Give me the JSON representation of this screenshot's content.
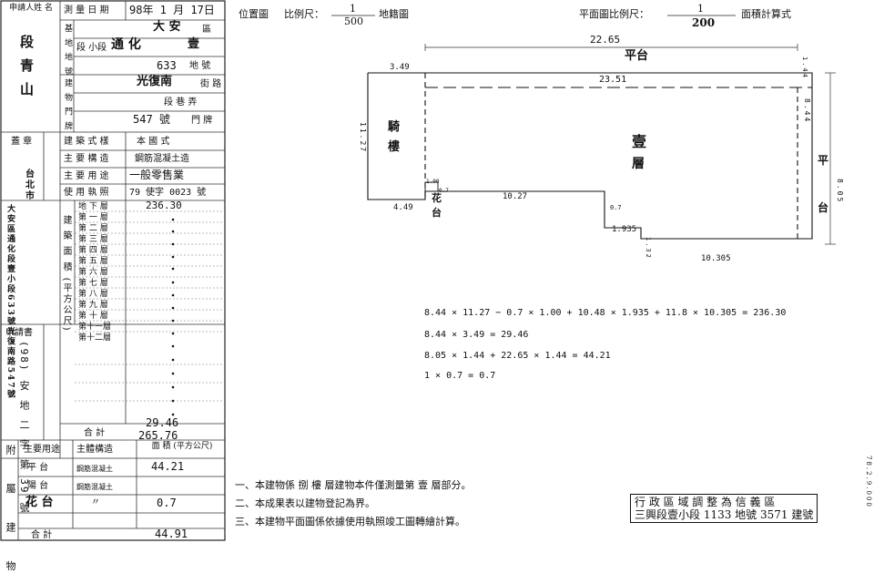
{
  "left_form": {
    "applicant_label": "申請人姓 名",
    "applicant_name": [
      "段",
      "青",
      "山"
    ],
    "survey_date_label": "測 量 日 期",
    "survey_date_value": "98年 1 月 17日",
    "base_label": "基 地 地 號",
    "district_label": "區",
    "district_value": "大 安",
    "subsection_label": "段 小段",
    "section_value": "通 化",
    "subsection_value": "壹",
    "land_no_label": "地 號",
    "land_no_value": "633",
    "building_label": "建 物 門 牌",
    "street_label": "街 路",
    "street_value": "光復南",
    "lane_label": "段 巷 弄",
    "number_label": "門 牌",
    "number_value": "547 號",
    "seal_label": "蓋 章",
    "seal_place": [
      "台",
      "北",
      "市"
    ],
    "structure_label": "建 築 式 樣",
    "structure_value": "本 國 式",
    "material_label": "主 要 構 造",
    "material_value": "鋼筋混凝土造",
    "use_label": "主 要 用 途",
    "use_value": "一般零售業",
    "license_label": "使 用 執 照",
    "license_value": "79 使字 0023 號",
    "address_block": "大安區通化段壹小段633號光復南路547號",
    "floor_labels": [
      "地 下 層",
      "第 一 層",
      "第 二 層",
      "第 三 層",
      "第 四 層",
      "第 五 層",
      "第 六 層",
      "第 七 層",
      "第 八 層",
      "第 九 層",
      "第 十 層",
      "第十一層",
      "第十二層"
    ],
    "floor_area_first": "236.30",
    "area_vertical": "建 築 面 積 (平方公尺)",
    "application_label": "申請書",
    "application_value": "(98) 安 地 二 字 第 39 號",
    "total_label": "合 計",
    "total_value_1": "29.46",
    "total_value_2": "265.76",
    "area_header": "面 積 (平方公尺)",
    "annex_label": "附 屬 建 物",
    "annex_use_label": "主要用途",
    "annex_struct_label": "主體構造",
    "annex_rows": [
      {
        "use": "平 台",
        "struct": "鋼筋混凝土",
        "area": "44.21"
      },
      {
        "use": "陽 台",
        "struct": "鋼筋混凝土",
        "area": ""
      },
      {
        "use": "花 台",
        "struct": "〃",
        "area": "0.7"
      }
    ],
    "annex_total_label": "合 計",
    "annex_total_value": "44.91"
  },
  "location_header": {
    "position_label": "位置圖",
    "scale_label": "比例尺：",
    "scale_value_num": "1",
    "scale_value_den": "500",
    "map_label": "地籍圖"
  },
  "plan_header": {
    "plan_scale_label": "平面圖比例尺：",
    "scale_num": "1",
    "scale_den": "200",
    "area_calc_label": "面積計算式"
  },
  "plan": {
    "top_dim": "22.65",
    "platform_label": "平台",
    "inner_dim": "23.51",
    "left_dim": "3.49",
    "arcade_label": [
      "騎",
      "樓"
    ],
    "floor_label": [
      "壹",
      "層"
    ],
    "arcade_dim_v": "11.27",
    "right_dim_v": "8.44",
    "right_platform": [
      "平",
      "台"
    ],
    "far_right_dim": "8.05",
    "small_dim_1": "1.44",
    "flower_label": [
      "花",
      "台"
    ],
    "flower_dim": "1.00",
    "flower_dim_2": "0.7",
    "bottom_dim_1": "4.49",
    "bottom_dim_2": "10.27",
    "step_dim_1": "0.7",
    "step_dim_2": "1.935",
    "step_dim_3": "1.32",
    "bottom_dim_3": "10.305"
  },
  "formulas": [
    "8.44 × 11.27 − 0.7 × 1.00 + 10.48 × 1.935 + 11.8 × 10.305 = 236.30",
    "8.44 × 3.49 = 29.46",
    "8.05 × 1.44 + 22.65 × 1.44 = 44.21",
    "1 × 0.7 = 0.7"
  ],
  "notes": [
    "一、本建物係 捌 樓 層建物本件僅測量第 壹 層部分。",
    "二、本成果表以建物登記為界。",
    "三、本建物平面圖係依據使用執照竣工圖轉繪計算。"
  ],
  "note_insert_1": "捌 樓",
  "note_insert_2": "壹",
  "stamp": {
    "line1": "行 政 區 域 調 整 為 信 義 區",
    "line2": "三興段壹小段 1133 地號 3571 建號"
  },
  "edge_code": "78.2.9.000"
}
